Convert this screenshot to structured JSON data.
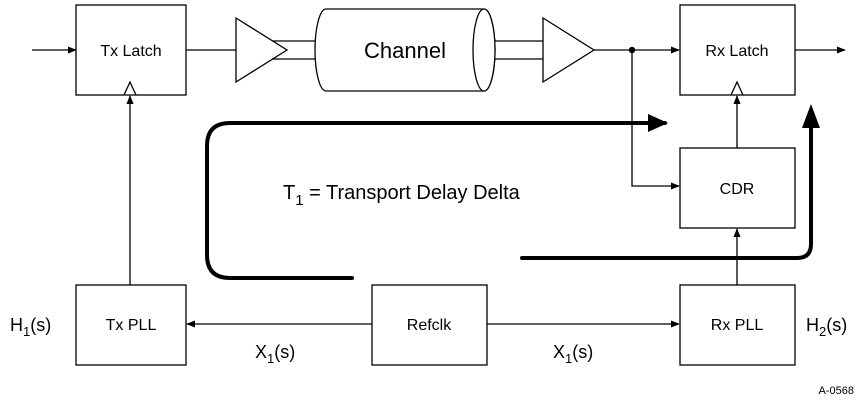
{
  "blocks": {
    "tx_latch": "Tx Latch",
    "channel": "Channel",
    "rx_latch": "Rx Latch",
    "cdr": "CDR",
    "tx_pll": "Tx PLL",
    "refclk": "Refclk",
    "rx_pll": "Rx PLL"
  },
  "labels": {
    "h1_main": "H",
    "h1_sub": "1",
    "h1_tail": "(s)",
    "h2_main": "H",
    "h2_sub": "2",
    "h2_tail": "(s)",
    "x1_left_main": "X",
    "x1_left_sub": "1",
    "x1_left_tail": "(s)",
    "x1_right_main": "X",
    "x1_right_sub": "1",
    "x1_right_tail": "(s)",
    "t1_main": "T",
    "t1_sub": "1",
    "t1_tail": " = Transport Delay Delta",
    "figure_id": "A-0568"
  }
}
